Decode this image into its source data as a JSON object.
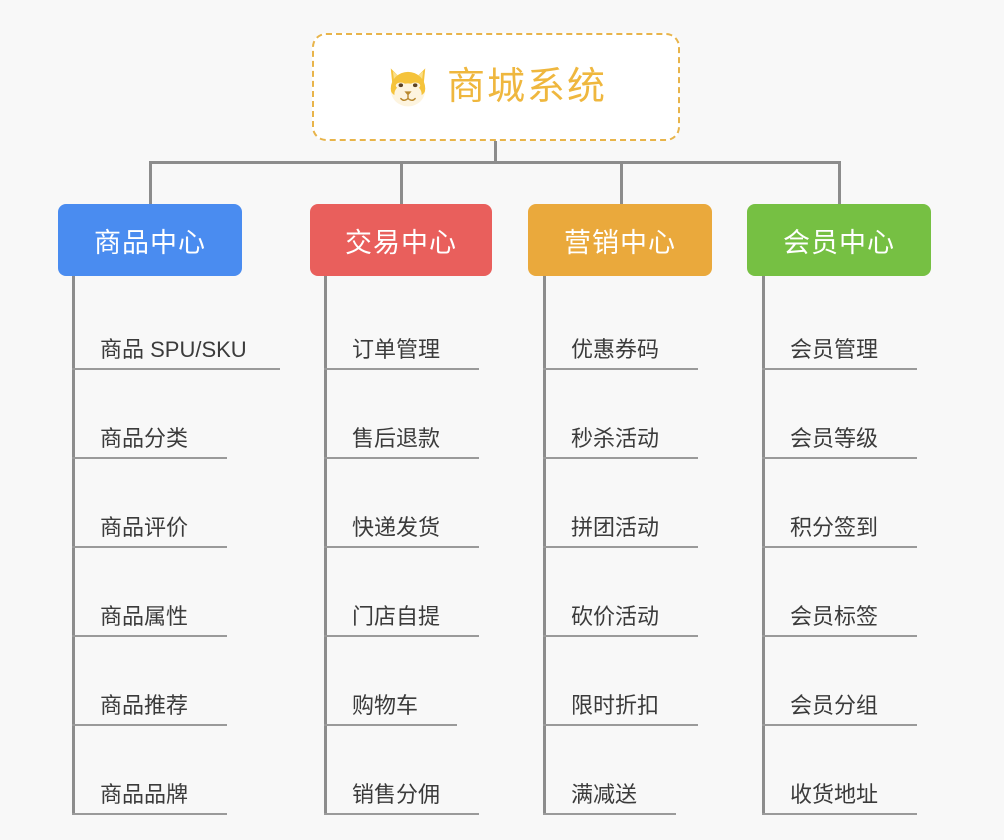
{
  "page": {
    "background_color": "#f8f8f8",
    "type": "org-chart"
  },
  "root": {
    "title": "商城系统",
    "icon": "shiba-dog-face-icon",
    "border_color": "#e8b44a",
    "text_color": "#efb73e",
    "background_color": "#ffffff"
  },
  "columns": [
    {
      "header": "商品中心",
      "color": "#4a8cf0",
      "items": [
        "商品 SPU/SKU",
        "商品分类",
        "商品评价",
        "商品属性",
        "商品推荐",
        "商品品牌"
      ]
    },
    {
      "header": "交易中心",
      "color": "#e95f5c",
      "items": [
        "订单管理",
        "售后退款",
        "快递发货",
        "门店自提",
        "购物车",
        "销售分佣"
      ]
    },
    {
      "header": "营销中心",
      "color": "#eaa93c",
      "items": [
        "优惠券码",
        "秒杀活动",
        "拼团活动",
        "砍价活动",
        "限时折扣",
        "满减送"
      ]
    },
    {
      "header": "会员中心",
      "color": "#76c043",
      "items": [
        "会员管理",
        "会员等级",
        "积分签到",
        "会员标签",
        "会员分组",
        "收货地址"
      ]
    }
  ],
  "connector_color": "#8c8c8c",
  "rule_color": "#9a9a9a"
}
